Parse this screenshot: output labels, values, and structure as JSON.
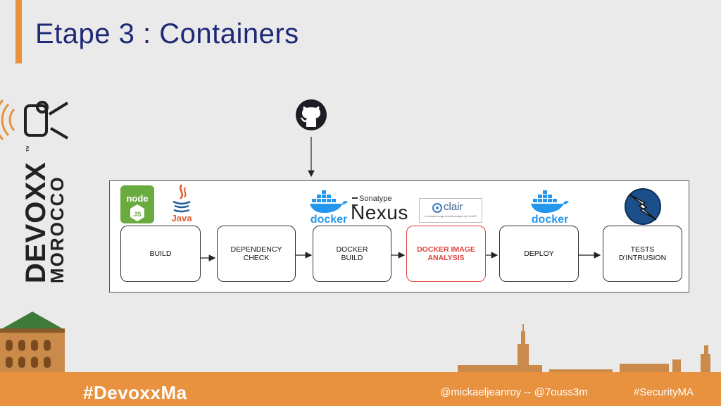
{
  "slide": {
    "title": "Etape 3 : Containers",
    "accent_color": "#e8913f",
    "title_color": "#1e2a78"
  },
  "logo": {
    "brand": "DEVOXX",
    "region": "MOROCCO",
    "mark": "™",
    "icon": "devoxx-speaker-icon"
  },
  "source": {
    "icon": "github-icon"
  },
  "pipeline": {
    "stages": [
      {
        "label": "BUILD"
      },
      {
        "label": "DEPENDENCY\nCHECK"
      },
      {
        "label": "DOCKER\nBUILD"
      },
      {
        "label": "DOCKER IMAGE\nANALYSIS",
        "highlight": true,
        "color": "#e0403a"
      },
      {
        "label": "DEPLOY"
      },
      {
        "label": "TESTS\nD'INTRUSION"
      }
    ],
    "tools": {
      "node_text": "node",
      "node_sub": "JS",
      "java_text": "Java",
      "docker_text": "docker",
      "sonatype_text": "Sonatype",
      "nexus_text": "Nexus",
      "clair_text": "clair",
      "clair_sub": "a container image security analyzer by CoreOS",
      "docker2_text": "docker",
      "zap_icon": "owasp-zap-icon"
    }
  },
  "footer": {
    "hashtag_left": "#DevoxxMa",
    "handles": "@mickaeljeanroy -- @7ouss3m",
    "hashtag_right": "#SecurityMA"
  }
}
